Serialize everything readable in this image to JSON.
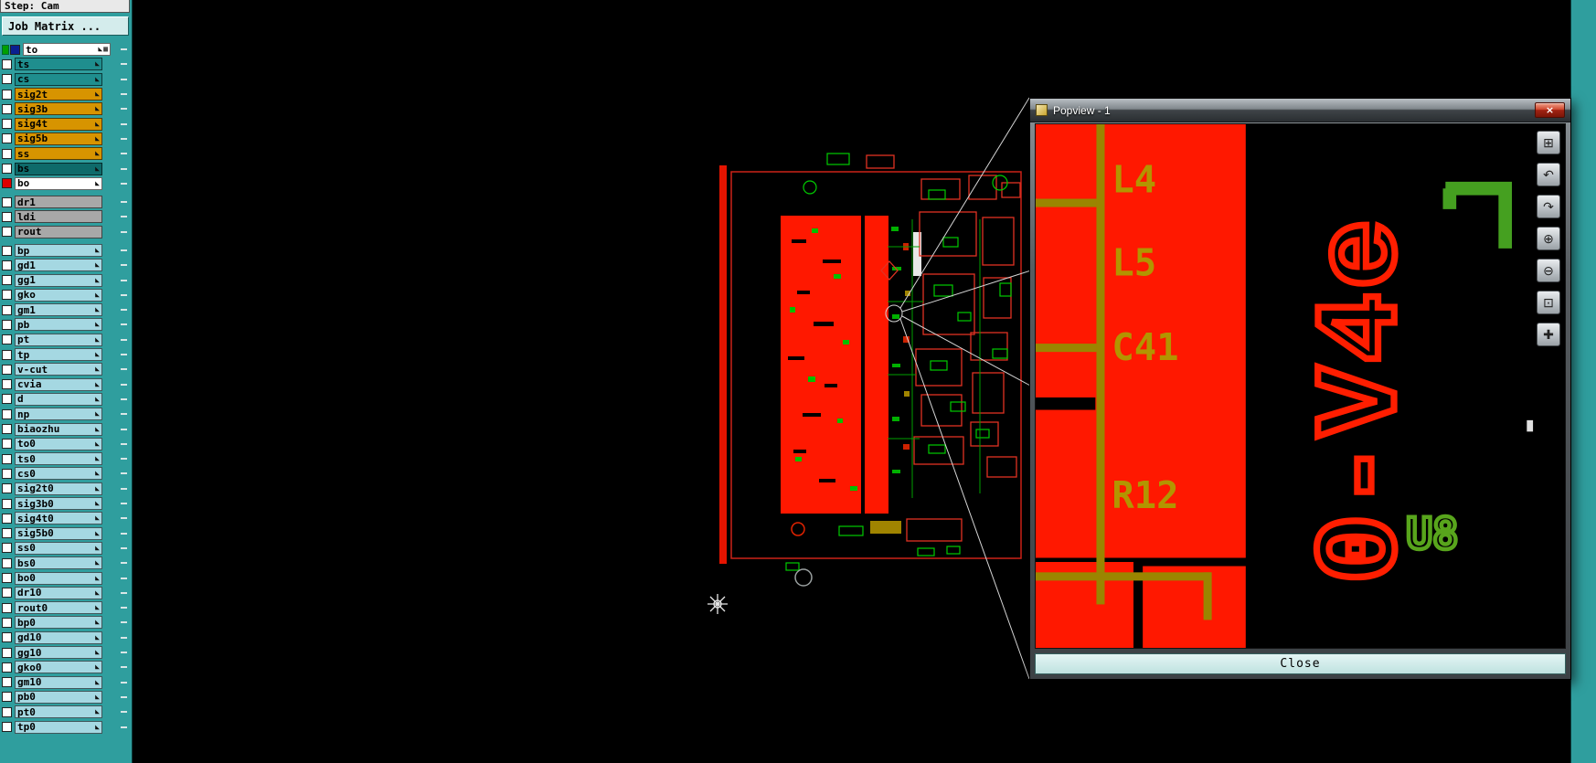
{
  "header": {
    "step_label": "Step: Cam",
    "job_matrix_label": "Job Matrix ..."
  },
  "icons": {
    "layer_arrow": "◣",
    "layer_grid": "▦",
    "close_x": "×"
  },
  "colors": {
    "sidebar_teal": "#2f9e9e",
    "layer_teal": "#1f8e8e",
    "layer_gold": "#d79400",
    "layer_dark_teal": "#0e6a6a",
    "layer_gray": "#a8a8a8",
    "layer_light_blue": "#a5d8e2",
    "pcb_red": "#ff1800",
    "pcb_green": "#00c000",
    "pcb_olive": "#9a8500",
    "popview_label_olive": "#b29500",
    "popview_text_red": "#ff1e00",
    "popview_text_green": "#58a51c"
  },
  "sidebar": {
    "layers": [
      {
        "name": "to",
        "bg": "#ffffff",
        "swatch": "#0a2090",
        "pre": "#00a000",
        "arrow": true,
        "grid": true,
        "gap_before": false
      },
      {
        "name": "ts",
        "bg": "#1f8e8e",
        "swatch": "#ffffff",
        "arrow": true,
        "gap_before": false
      },
      {
        "name": "cs",
        "bg": "#1f8e8e",
        "swatch": "#ffffff",
        "arrow": true,
        "gap_before": false
      },
      {
        "name": "sig2t",
        "bg": "#d79400",
        "swatch": "#ffffff",
        "arrow": true,
        "gap_before": false
      },
      {
        "name": "sig3b",
        "bg": "#d79400",
        "swatch": "#ffffff",
        "arrow": true,
        "gap_before": false
      },
      {
        "name": "sig4t",
        "bg": "#d79400",
        "swatch": "#ffffff",
        "arrow": true,
        "gap_before": false
      },
      {
        "name": "sig5b",
        "bg": "#d79400",
        "swatch": "#ffffff",
        "arrow": true,
        "gap_before": false
      },
      {
        "name": "ss",
        "bg": "#d79400",
        "swatch": "#ffffff",
        "arrow": true,
        "gap_before": false
      },
      {
        "name": "bs",
        "bg": "#0e6a6a",
        "swatch": "#ffffff",
        "arrow": true,
        "gap_before": false
      },
      {
        "name": "bo",
        "bg": "#ffffff",
        "swatch": "#dd0000",
        "arrow": true,
        "gap_before": false
      },
      {
        "name": "dr1",
        "bg": "#a8a8a8",
        "swatch": "#ffffff",
        "arrow": false,
        "gap_before": true
      },
      {
        "name": "ldi",
        "bg": "#a8a8a8",
        "swatch": "#ffffff",
        "arrow": false,
        "gap_before": false
      },
      {
        "name": "rout",
        "bg": "#a8a8a8",
        "swatch": "#ffffff",
        "arrow": false,
        "gap_before": false
      },
      {
        "name": "bp",
        "bg": "#a5d8e2",
        "swatch": "#ffffff",
        "arrow": true,
        "gap_before": true
      },
      {
        "name": "gd1",
        "bg": "#a5d8e2",
        "swatch": "#ffffff",
        "arrow": true,
        "gap_before": false
      },
      {
        "name": "gg1",
        "bg": "#a5d8e2",
        "swatch": "#ffffff",
        "arrow": true,
        "gap_before": false
      },
      {
        "name": "gko",
        "bg": "#a5d8e2",
        "swatch": "#ffffff",
        "arrow": true,
        "gap_before": false
      },
      {
        "name": "gm1",
        "bg": "#a5d8e2",
        "swatch": "#ffffff",
        "arrow": true,
        "gap_before": false
      },
      {
        "name": "pb",
        "bg": "#a5d8e2",
        "swatch": "#ffffff",
        "arrow": true,
        "gap_before": false
      },
      {
        "name": "pt",
        "bg": "#a5d8e2",
        "swatch": "#ffffff",
        "arrow": true,
        "gap_before": false
      },
      {
        "name": "tp",
        "bg": "#a5d8e2",
        "swatch": "#ffffff",
        "arrow": true,
        "gap_before": false
      },
      {
        "name": "v-cut",
        "bg": "#a5d8e2",
        "swatch": "#ffffff",
        "arrow": true,
        "gap_before": false
      },
      {
        "name": "cvia",
        "bg": "#a5d8e2",
        "swatch": "#ffffff",
        "arrow": true,
        "gap_before": false
      },
      {
        "name": "d",
        "bg": "#a5d8e2",
        "swatch": "#ffffff",
        "arrow": true,
        "gap_before": false
      },
      {
        "name": "np",
        "bg": "#a5d8e2",
        "swatch": "#ffffff",
        "arrow": true,
        "gap_before": false
      },
      {
        "name": "biaozhu",
        "bg": "#a5d8e2",
        "swatch": "#ffffff",
        "arrow": true,
        "gap_before": false
      },
      {
        "name": "to0",
        "bg": "#a5d8e2",
        "swatch": "#ffffff",
        "arrow": true,
        "gap_before": false
      },
      {
        "name": "ts0",
        "bg": "#a5d8e2",
        "swatch": "#ffffff",
        "arrow": true,
        "gap_before": false
      },
      {
        "name": "cs0",
        "bg": "#a5d8e2",
        "swatch": "#ffffff",
        "arrow": true,
        "gap_before": false
      },
      {
        "name": "sig2t0",
        "bg": "#a5d8e2",
        "swatch": "#ffffff",
        "arrow": true,
        "gap_before": false
      },
      {
        "name": "sig3b0",
        "bg": "#a5d8e2",
        "swatch": "#ffffff",
        "arrow": true,
        "gap_before": false
      },
      {
        "name": "sig4t0",
        "bg": "#a5d8e2",
        "swatch": "#ffffff",
        "arrow": true,
        "gap_before": false
      },
      {
        "name": "sig5b0",
        "bg": "#a5d8e2",
        "swatch": "#ffffff",
        "arrow": true,
        "gap_before": false
      },
      {
        "name": "ss0",
        "bg": "#a5d8e2",
        "swatch": "#ffffff",
        "arrow": true,
        "gap_before": false
      },
      {
        "name": "bs0",
        "bg": "#a5d8e2",
        "swatch": "#ffffff",
        "arrow": true,
        "gap_before": false
      },
      {
        "name": "bo0",
        "bg": "#a5d8e2",
        "swatch": "#ffffff",
        "arrow": true,
        "gap_before": false
      },
      {
        "name": "dr10",
        "bg": "#a5d8e2",
        "swatch": "#ffffff",
        "arrow": true,
        "gap_before": false
      },
      {
        "name": "rout0",
        "bg": "#a5d8e2",
        "swatch": "#ffffff",
        "arrow": true,
        "gap_before": false
      },
      {
        "name": "bp0",
        "bg": "#a5d8e2",
        "swatch": "#ffffff",
        "arrow": true,
        "gap_before": false
      },
      {
        "name": "gd10",
        "bg": "#a5d8e2",
        "swatch": "#ffffff",
        "arrow": true,
        "gap_before": false
      },
      {
        "name": "gg10",
        "bg": "#a5d8e2",
        "swatch": "#ffffff",
        "arrow": true,
        "gap_before": false
      },
      {
        "name": "gko0",
        "bg": "#a5d8e2",
        "swatch": "#ffffff",
        "arrow": true,
        "gap_before": false
      },
      {
        "name": "gm10",
        "bg": "#a5d8e2",
        "swatch": "#ffffff",
        "arrow": true,
        "gap_before": false
      },
      {
        "name": "pb0",
        "bg": "#a5d8e2",
        "swatch": "#ffffff",
        "arrow": true,
        "gap_before": false
      },
      {
        "name": "pt0",
        "bg": "#a5d8e2",
        "swatch": "#ffffff",
        "arrow": true,
        "gap_before": false
      },
      {
        "name": "tp0",
        "bg": "#a5d8e2",
        "swatch": "#ffffff",
        "arrow": true,
        "gap_before": false
      }
    ]
  },
  "popview": {
    "title": "Popview - 1",
    "close_button_label": "Close",
    "board": {
      "ref_labels": [
        "L4",
        "L5",
        "C41",
        "R12"
      ],
      "vertical_text": "0-V4e",
      "component_label": "U8"
    },
    "tools": [
      {
        "name": "copy-view-icon",
        "glyph": "⊞"
      },
      {
        "name": "previous-view-icon",
        "glyph": "↶"
      },
      {
        "name": "next-view-icon",
        "glyph": "↷"
      },
      {
        "name": "zoom-in-icon",
        "glyph": "⊕"
      },
      {
        "name": "zoom-out-icon",
        "glyph": "⊖"
      },
      {
        "name": "zoom-fit-icon",
        "glyph": "⊡"
      },
      {
        "name": "pan-view-icon",
        "glyph": "✚"
      }
    ]
  }
}
